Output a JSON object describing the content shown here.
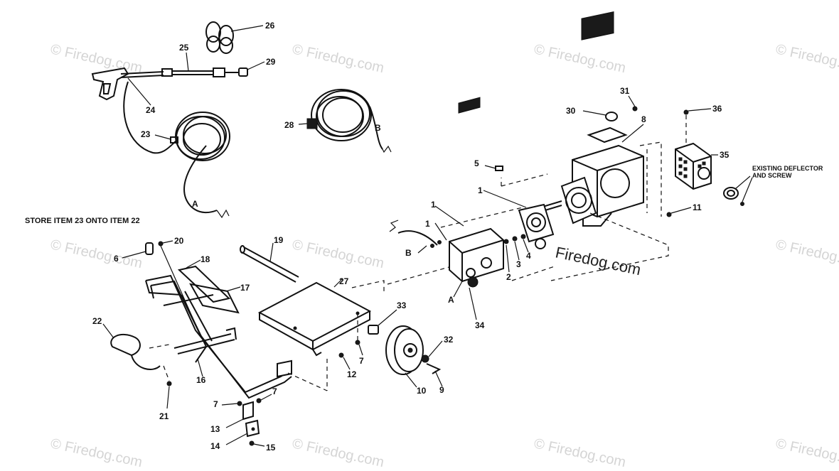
{
  "watermark": {
    "text": "© Firedog.com",
    "brand": "Firedog.com"
  },
  "notes": {
    "store_item": "STORE ITEM 23 ONTO ITEM 22",
    "deflector_line1": "EXISTING DEFLECTOR",
    "deflector_line2": "AND SCREW"
  },
  "letters": {
    "a": "A",
    "b": "B"
  },
  "callouts": {
    "c1": "1",
    "c2": "2",
    "c3": "3",
    "c4": "4",
    "c5": "5",
    "c6": "6",
    "c7": "7",
    "c8": "8",
    "c9": "9",
    "c10": "10",
    "c11": "11",
    "c12": "12",
    "c13": "13",
    "c14": "14",
    "c15": "15",
    "c16": "16",
    "c17": "17",
    "c18": "18",
    "c19": "19",
    "c20": "20",
    "c21": "21",
    "c22": "22",
    "c23": "23",
    "c24": "24",
    "c25": "25",
    "c26": "26",
    "c27": "27",
    "c28": "28",
    "c29": "29",
    "c30": "30",
    "c31": "31",
    "c32": "32",
    "c33": "33",
    "c34": "34",
    "c35": "35",
    "c36": "36"
  }
}
